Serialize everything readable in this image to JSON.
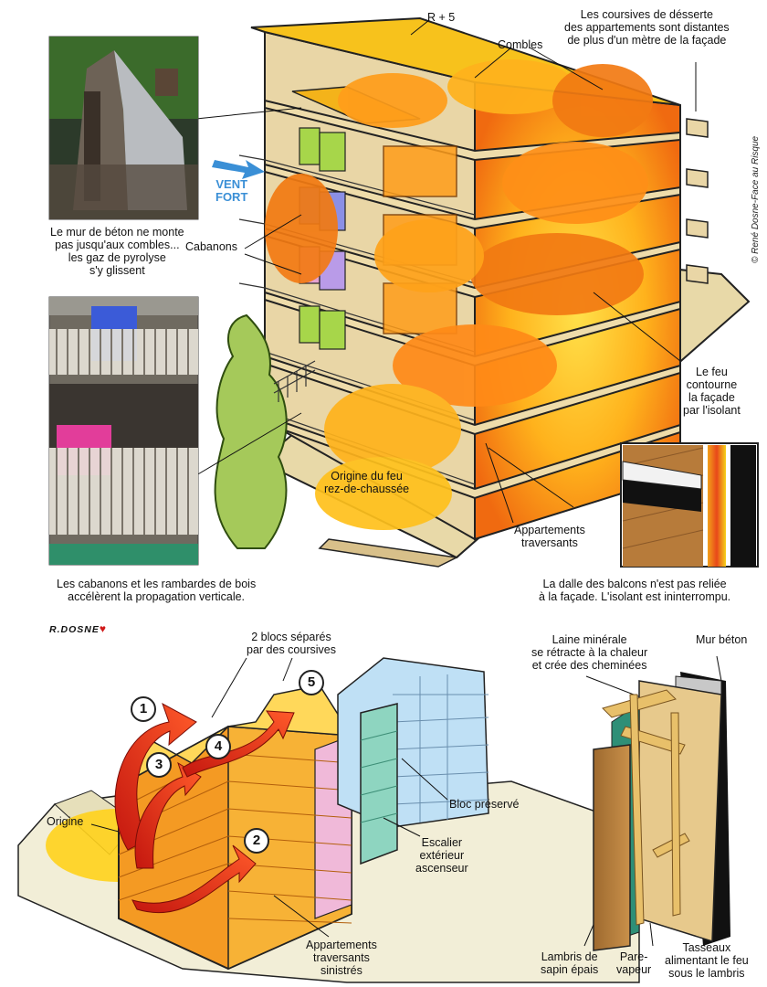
{
  "credit": "© René Dosne-Face au Risque",
  "signature": "R.DOSNE",
  "colors": {
    "fire_orange": "#f58a12",
    "fire_yellow": "#ffd21c",
    "wall_beige": "#e7d3a2",
    "arrow_red": "#e0231b",
    "preserved_blue": "#bfe0f5",
    "stair_green": "#8ed5c0",
    "wind_blue": "#3a8fd6"
  },
  "top": {
    "level_label": "R + 5",
    "attic_label": "Combles",
    "walkway_note": "Les coursives de désserte\ndes appartements sont distantes\nde plus d'un mètre de la façade",
    "wind_label": "VENT\nFORT",
    "photo1_caption": "Le mur de béton ne monte\npas jusqu'aux combles...\nles gaz de pyrolyse\ns'y glissent",
    "sheds_label": "Cabanons",
    "fire_bypass_label": "Le feu\ncontourne\nla façade\npar l'isolant",
    "origin_label": "Origine du feu\nrez-de-chaussée",
    "through_apartments_label": "Appartements\ntraversants",
    "photo2_caption": "Les cabanons et les rambardes de bois\naccélèrent la propagation verticale.",
    "slab_note": "La dalle des balcons n'est pas reliée\nà la façade. L'isolant est ininterrompu."
  },
  "bottom": {
    "two_blocks_label": "2 blocs séparés\npar des coursives",
    "preserved_label": "Bloc préservé",
    "stair_label": "Escalier\nextérieur\nascenseur",
    "origin_label": "Origine",
    "damaged_label": "Appartements\ntraversants\nsinistrés",
    "steps": [
      "1",
      "2",
      "3",
      "4",
      "5"
    ]
  },
  "wall_section": {
    "mineral_wool_label": "Laine minérale\nse rétracte à la chaleur\net crée des cheminées",
    "concrete_label": "Mur béton",
    "panelling_label": "Lambris de\nsapin épais",
    "vapour_label": "Pare-\nvapeur",
    "battens_label": "Tasseaux\nalimentant le feu\nsous le lambris"
  }
}
